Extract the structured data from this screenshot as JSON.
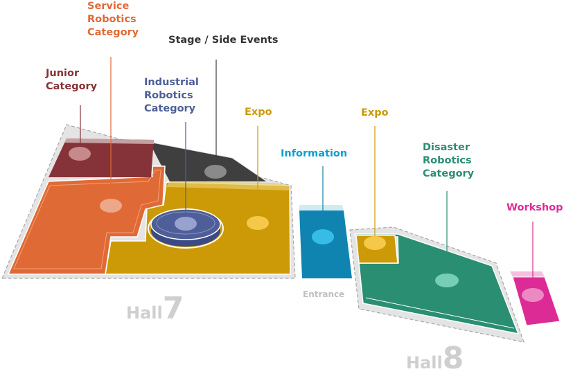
{
  "labels": {
    "service": [
      "Service",
      "Robotics",
      "Category"
    ],
    "stage": [
      "Stage / Side Events"
    ],
    "junior": [
      "Junior",
      "Category"
    ],
    "industrial": [
      "Industrial",
      "Robotics",
      "Category"
    ],
    "expo7": [
      "Expo"
    ],
    "information": [
      "Information"
    ],
    "expo8": [
      "Expo"
    ],
    "disaster": [
      "Disaster",
      "Robotics",
      "Category"
    ],
    "workshop": [
      "Workshop"
    ]
  },
  "halls": {
    "hall7": {
      "word": "Hall",
      "number": "7"
    },
    "hall8": {
      "word": "Hall",
      "number": "8"
    }
  },
  "entrance": "Entrance",
  "colors": {
    "service": "#e06a35",
    "stage": "#3f3f3f",
    "junior": "#853338",
    "industrial": "#4e5e98",
    "expo": "#cc9a06",
    "information": "#0f84b0",
    "disaster": "#2a8e73",
    "workshop": "#dd2b96",
    "hall_text": "#cfcfcf",
    "entrance_text": "#c0c0c0"
  }
}
